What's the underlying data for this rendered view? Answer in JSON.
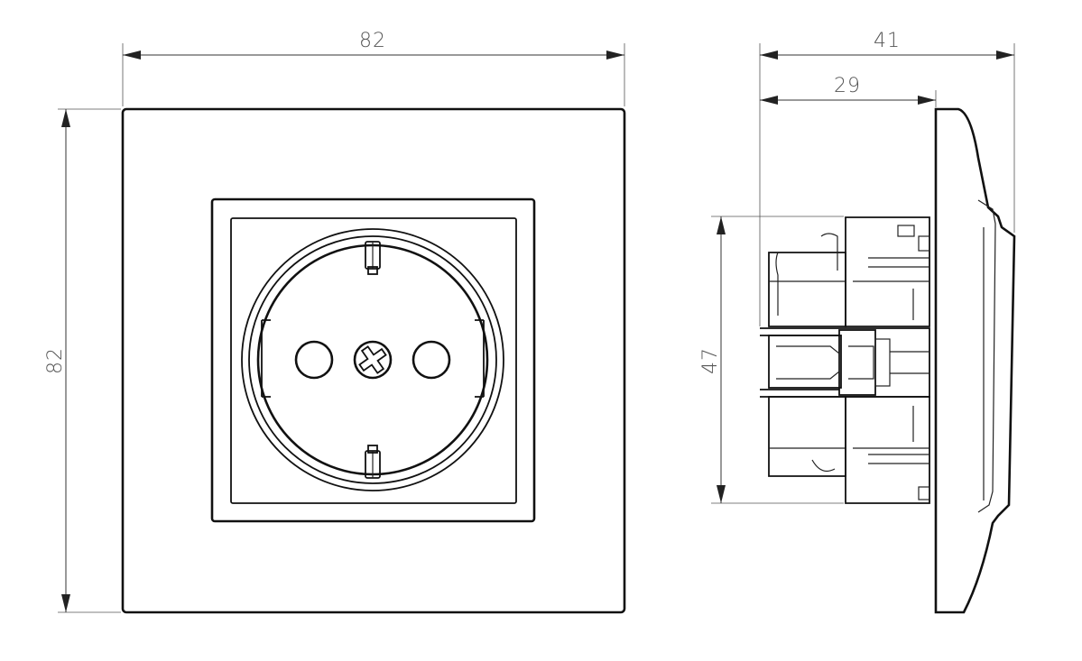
{
  "dimensions": {
    "front_width": "82",
    "front_height": "82",
    "side_depth_total": "41",
    "side_depth_mechanism": "29",
    "side_height": "47"
  },
  "colors": {
    "line": "#111111",
    "dimension_text": "#555555",
    "background": "#ffffff"
  }
}
